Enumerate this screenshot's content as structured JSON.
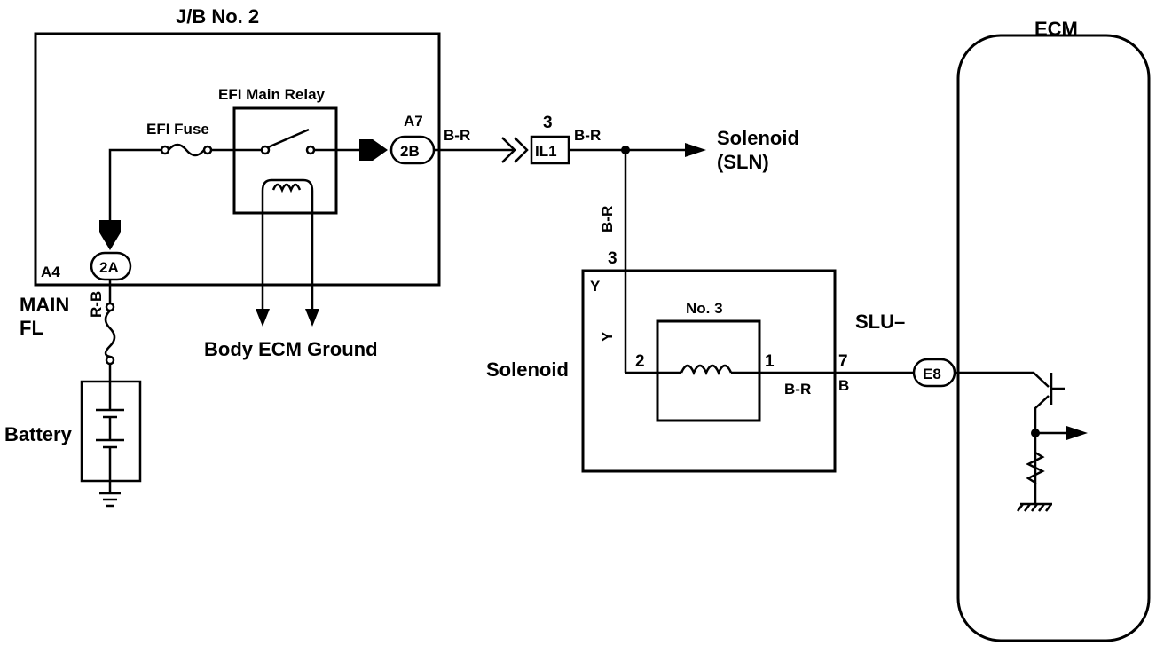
{
  "jb": {
    "title": "J/B No. 2"
  },
  "relay": {
    "label": "EFI Main Relay"
  },
  "fuse": {
    "label": "EFI Fuse"
  },
  "connectors": {
    "a7": "A7",
    "a4": "A4",
    "c2b": "2B",
    "c2a": "2A",
    "il1": "IL1",
    "il1_pin": "3",
    "e8": "E8"
  },
  "wires": {
    "br1": "B-R",
    "br2": "B-R",
    "br_vert": "B-R",
    "rb": "R-B",
    "y1": "Y",
    "y2": "Y",
    "br3": "B-R",
    "b": "B"
  },
  "labels": {
    "solenoid_sln_1": "Solenoid",
    "solenoid_sln_2": "(SLN)",
    "body_ecm_ground": "Body ECM Ground",
    "main_fl_1": "MAIN",
    "main_fl_2": "FL",
    "battery": "Battery",
    "solenoid": "Solenoid",
    "no3": "No. 3",
    "slu": "SLU–",
    "ecm": "ECM"
  },
  "pins": {
    "p3": "3",
    "p2": "2",
    "p1": "1",
    "p7": "7"
  }
}
